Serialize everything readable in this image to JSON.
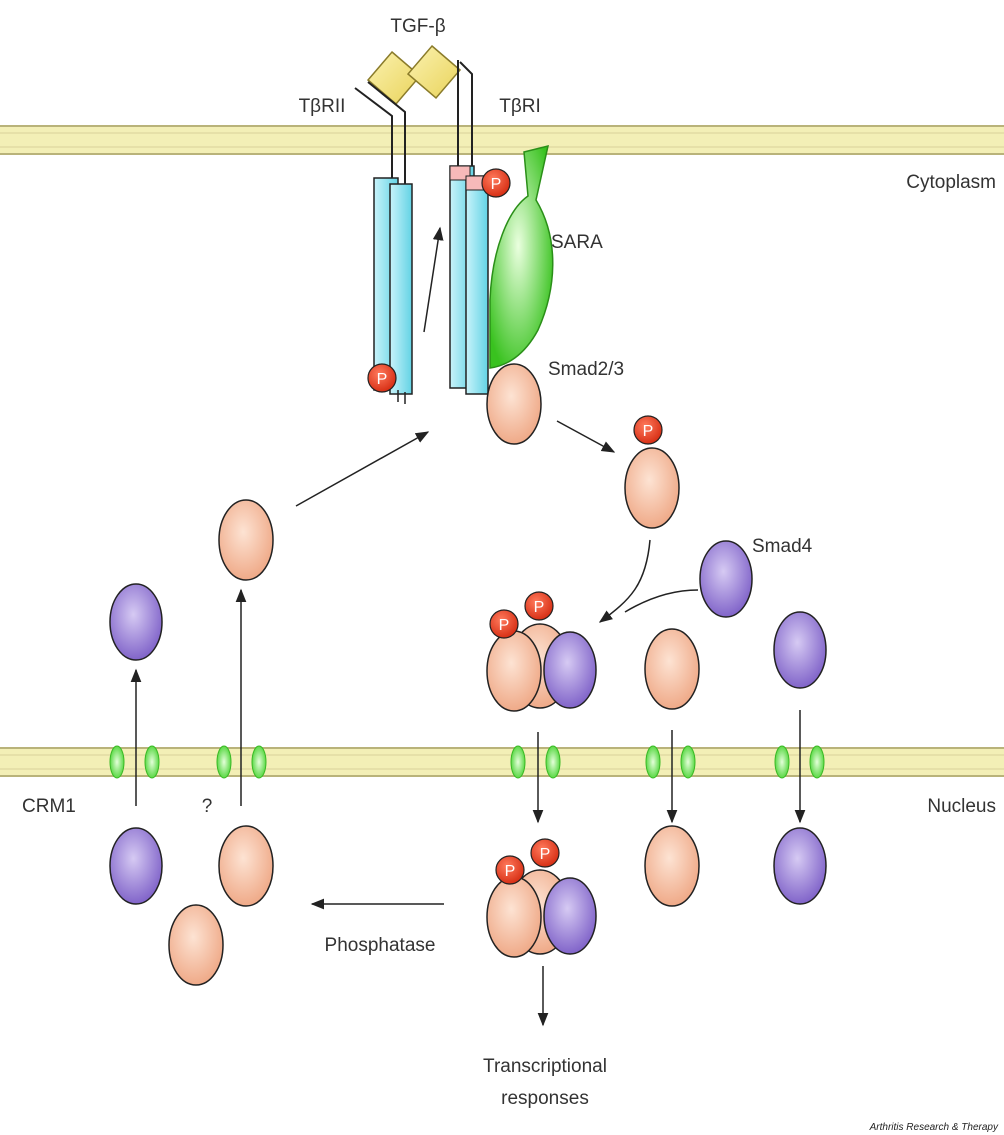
{
  "labels": {
    "tgf": "TGF-β",
    "tbrii": "TβRII",
    "tbri": "TβRI",
    "cytoplasm": "Cytoplasm",
    "sara": "SARA",
    "smad23": "Smad2/3",
    "smad4": "Smad4",
    "crm1": "CRM1",
    "question": "?",
    "nucleus": "Nucleus",
    "phosphatase": "Phosphatase",
    "transcriptional_line1": "Transcriptional",
    "transcriptional_line2": "responses",
    "phospho": "P"
  },
  "credit": "Arthritis Research & Therapy",
  "colors": {
    "membrane": "#f3efb6",
    "membrane_edge": "#b9b37a",
    "receptor": "#8fe3ef",
    "receptor_edge": "#222222",
    "ligand": "#f2e27a",
    "kinase_tag": "#f7b9b9",
    "sara": "#4fd13a",
    "smad23": "#f2b08e",
    "smad4": "#8a6fd0",
    "phospho": "#e23a1d",
    "pore": "#6ee65a"
  }
}
